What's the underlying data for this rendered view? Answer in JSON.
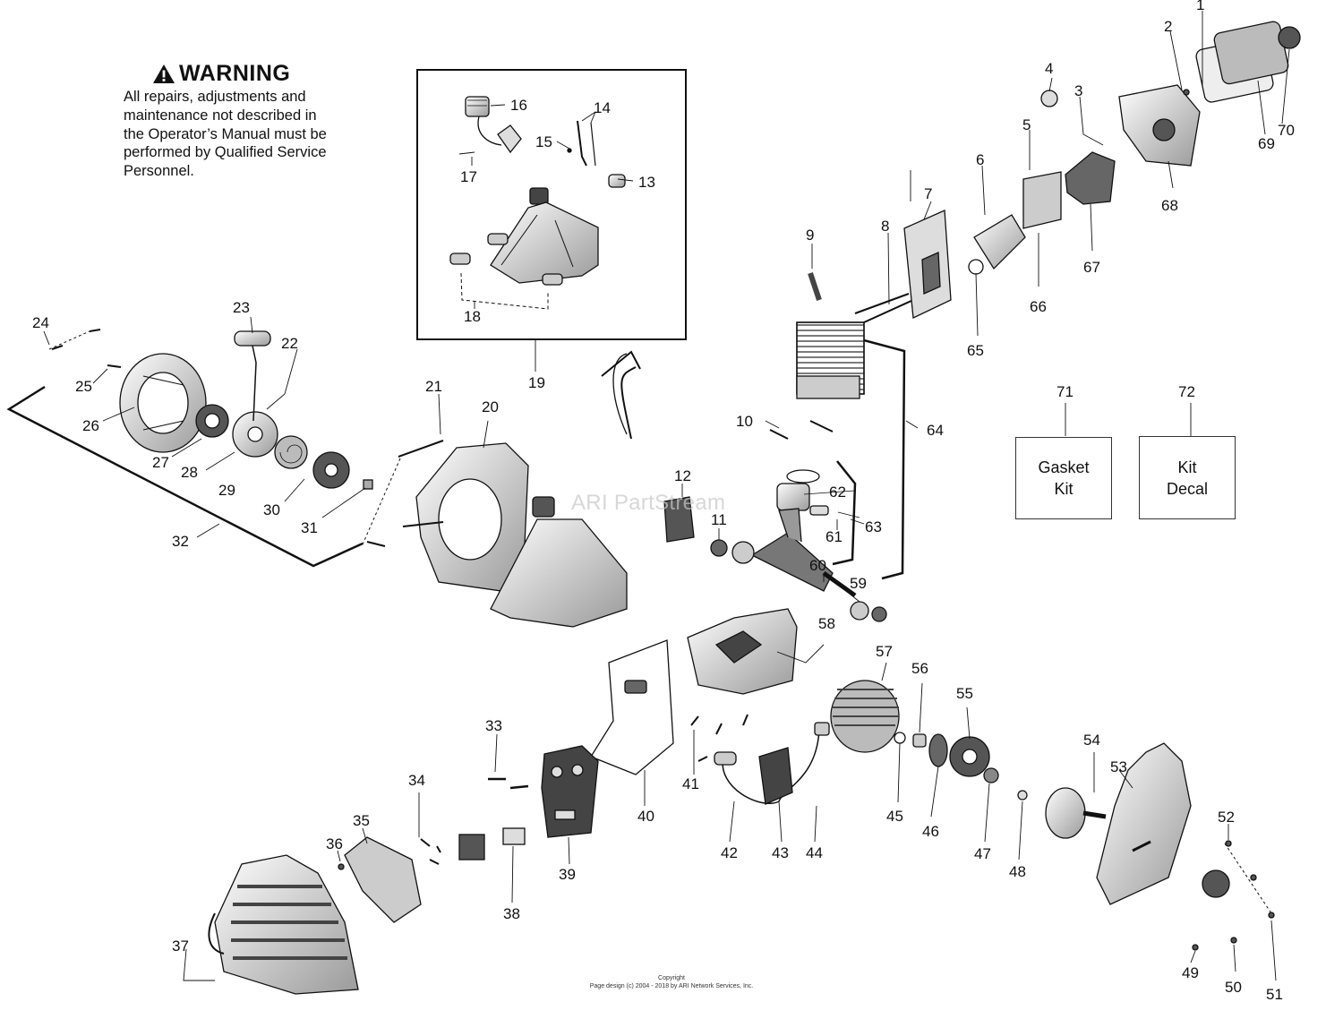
{
  "warning": {
    "title": "WARNING",
    "lines": [
      "All repairs, adjustments and",
      "maintenance not described in",
      "the Operator’s Manual must be",
      "performed by Qualified Service",
      "Personnel."
    ]
  },
  "watermark": "ARI PartStream",
  "copyright": {
    "line1": "Copyright",
    "line2": "Page design (c) 2004 - 2018 by ARI Network Services, Inc."
  },
  "kits": [
    {
      "number": "71",
      "label_top": "Gasket",
      "label_bottom": "Kit"
    },
    {
      "number": "72",
      "label_top": "Kit",
      "label_bottom": "Decal"
    }
  ],
  "callouts": {
    "n1": "1",
    "n2": "2",
    "n3": "3",
    "n4": "4",
    "n5": "5",
    "n6": "6",
    "n7": "7",
    "n8": "8",
    "n9": "9",
    "n10": "10",
    "n11": "11",
    "n12": "12",
    "n13": "13",
    "n14": "14",
    "n15": "15",
    "n16": "16",
    "n17": "17",
    "n18": "18",
    "n19": "19",
    "n20": "20",
    "n21": "21",
    "n22": "22",
    "n23": "23",
    "n24": "24",
    "n25": "25",
    "n26": "26",
    "n27": "27",
    "n28": "28",
    "n29": "29",
    "n30": "30",
    "n31": "31",
    "n32": "32",
    "n33": "33",
    "n34": "34",
    "n35": "35",
    "n36": "36",
    "n37": "37",
    "n38": "38",
    "n39": "39",
    "n40": "40",
    "n41": "41",
    "n42": "42",
    "n43": "43",
    "n44": "44",
    "n45": "45",
    "n46": "46",
    "n47": "47",
    "n48": "48",
    "n49": "49",
    "n50": "50",
    "n51": "51",
    "n52": "52",
    "n53": "53",
    "n54": "54",
    "n55": "55",
    "n56": "56",
    "n57": "57",
    "n58": "58",
    "n59": "59",
    "n60": "60",
    "n61": "61",
    "n62": "62",
    "n63": "63",
    "n64": "64",
    "n65": "65",
    "n66": "66",
    "n67": "67",
    "n68": "68",
    "n69": "69",
    "n70": "70"
  }
}
